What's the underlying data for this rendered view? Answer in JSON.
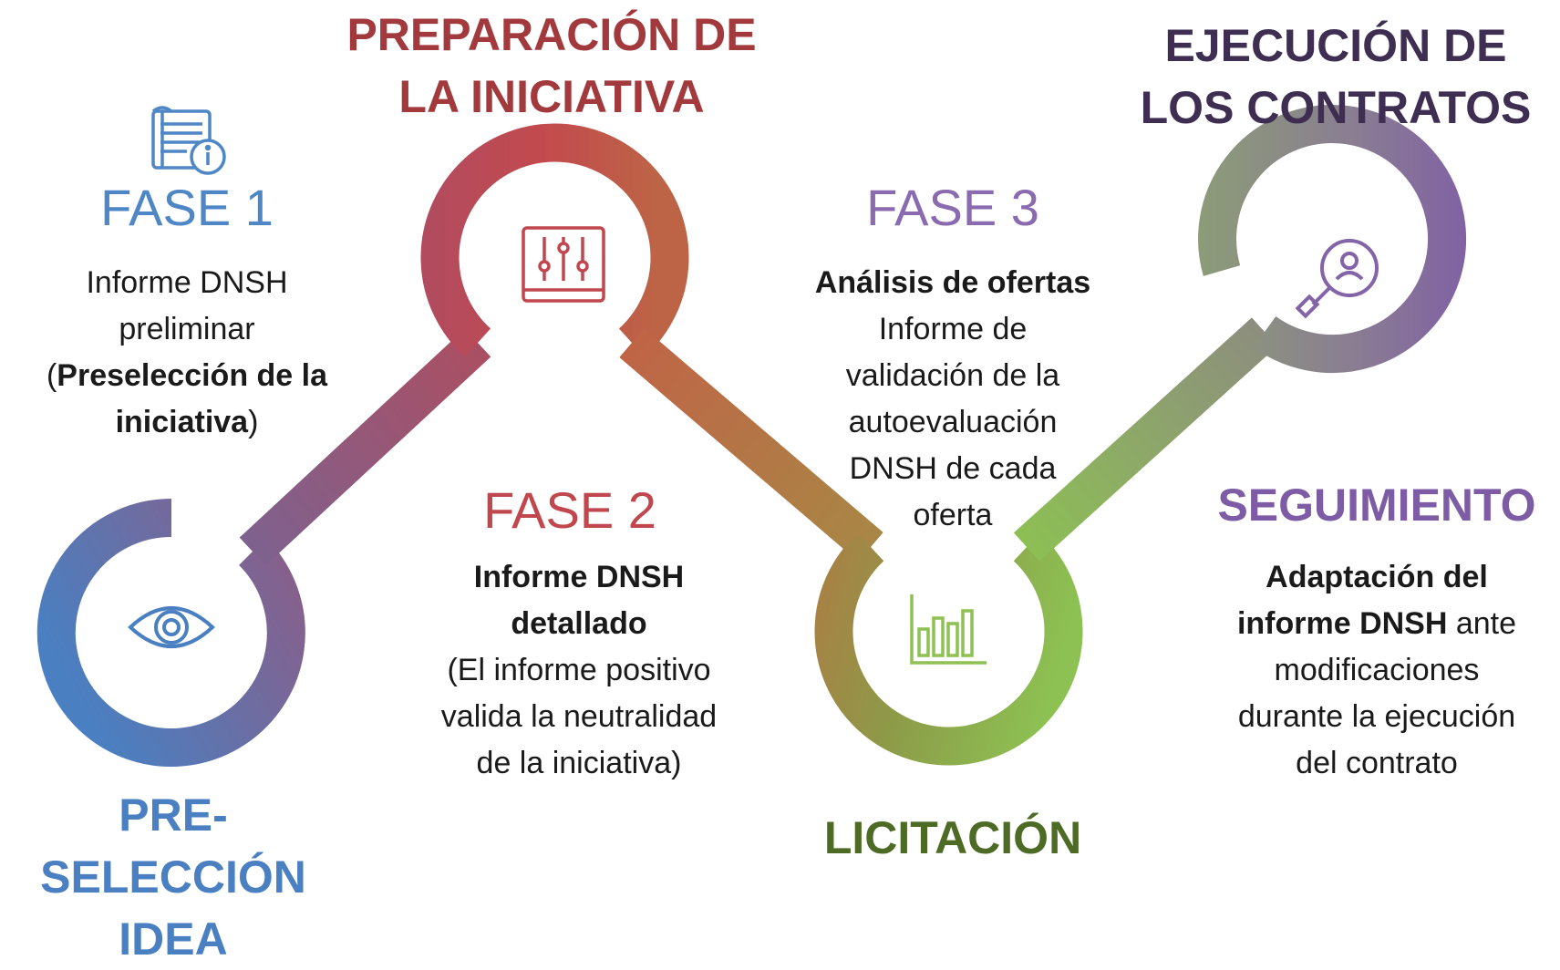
{
  "colors": {
    "blue": "#4A7FC1",
    "red": "#C0474E",
    "orange": "#B8743F",
    "olive": "#8A9A45",
    "green": "#8DC153",
    "purple": "#8364A8",
    "stage_blue": "#4A7FC1",
    "stage_red": "#A23A3D",
    "stage_green": "#4E6B26",
    "stage_navy": "#3E2F52",
    "stage_purple": "#7E5CA5",
    "fase1": "#4F86C6",
    "fase2": "#C0474E",
    "fase3": "#8A6BB0"
  },
  "stages": {
    "preseleccion": [
      "PRE-SELECCIÓN",
      "IDEA"
    ],
    "preparacion": [
      "PREPARACIÓN DE",
      "LA INICIATIVA"
    ],
    "licitacion": [
      "LICITACIÓN"
    ],
    "ejecucion": [
      "EJECUCIÓN DE",
      "LOS CONTRATOS"
    ],
    "seguimiento": [
      "SEGUIMIENTO"
    ]
  },
  "fases": {
    "fase1": {
      "title": "FASE 1",
      "line1": "Informe DNSH",
      "line2": "preliminar",
      "line3_open": "(",
      "line3_bold": "Preselección de la",
      "line4_bold": "iniciativa",
      "line4_close": ")"
    },
    "fase2": {
      "title": "FASE 2",
      "bold1": "Informe DNSH",
      "bold2": "detallado",
      "line3": "(El informe positivo",
      "line4": "valida la neutralidad",
      "line5": "de la iniciativa)"
    },
    "fase3": {
      "title": "FASE 3",
      "bold1": "Análisis de ofertas",
      "line2": "Informe de",
      "line3": "validación de la",
      "line4": "autoevaluación",
      "line5": "DNSH de cada",
      "line6": "oferta"
    },
    "seguimiento": {
      "bold1": "Adaptación del",
      "bold2": "informe DNSH",
      "line2_rest": " ante",
      "line3": "modificaciones",
      "line4": "durante la ejecución",
      "line5": "del contrato"
    }
  },
  "icons": {
    "preseleccion": "eye-icon",
    "fase1": "document-info-icon",
    "preparacion": "sliders-icon",
    "licitacion": "bar-chart-icon",
    "ejecucion": "search-person-icon"
  }
}
